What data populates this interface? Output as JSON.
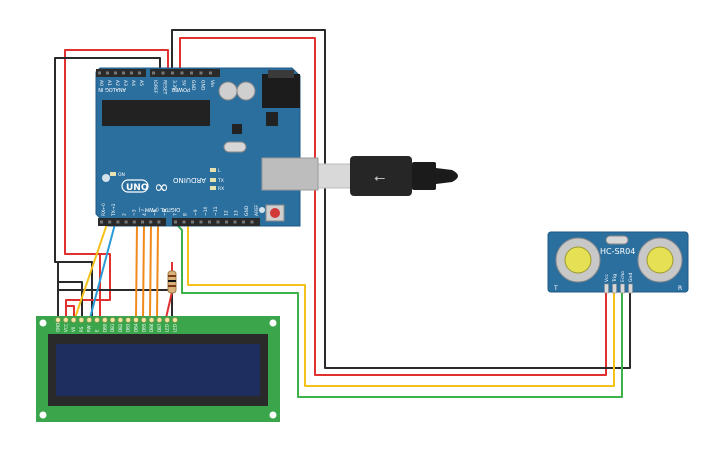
{
  "arduino": {
    "brand": "ARDUINO",
    "model": "UNO",
    "analog_in_label": "ANALOG IN",
    "power_label": "POWER",
    "digital_label": "DIGITAL (PWM~)",
    "analog_pins": [
      "A0",
      "A1",
      "A2",
      "A3",
      "A4",
      "A5"
    ],
    "power_pins": [
      "IOREF",
      "RESET",
      "3.3V",
      "5V",
      "GND",
      "GND",
      "Vin"
    ],
    "digital_pins": [
      "AREF",
      "GND",
      "13",
      "12",
      "~11",
      "~10",
      "~9",
      "8",
      "7",
      "~6",
      "~5",
      "4",
      "~3",
      "2",
      "TX→1",
      "RX←0"
    ],
    "led_labels": [
      "L",
      "TX",
      "RX",
      "ON"
    ]
  },
  "sensor": {
    "model": "HC-SR04",
    "pins": [
      "Vcc",
      "Trig",
      "Echo",
      "Gnd"
    ],
    "marks": [
      "T",
      "R"
    ]
  },
  "lcd": {
    "pins": [
      "GND",
      "VCC",
      "V0",
      "RS",
      "RW",
      "E",
      "DB0",
      "DB1",
      "DB2",
      "DB3",
      "DB4",
      "DB5",
      "DB6",
      "DB7",
      "LED",
      "LED"
    ]
  },
  "colors": {
    "board": "#2b6f9f",
    "board_dark": "#1f5a86",
    "lcd_pcb": "#3ba54c",
    "lcd_screen": "#1e2f5f",
    "wire_red": "#e03030",
    "wire_black": "#2a2a2a",
    "wire_yellow": "#f2c21b",
    "wire_green": "#3bb34a",
    "wire_orange": "#f08a1a",
    "wire_blue": "#2a9bd6"
  }
}
